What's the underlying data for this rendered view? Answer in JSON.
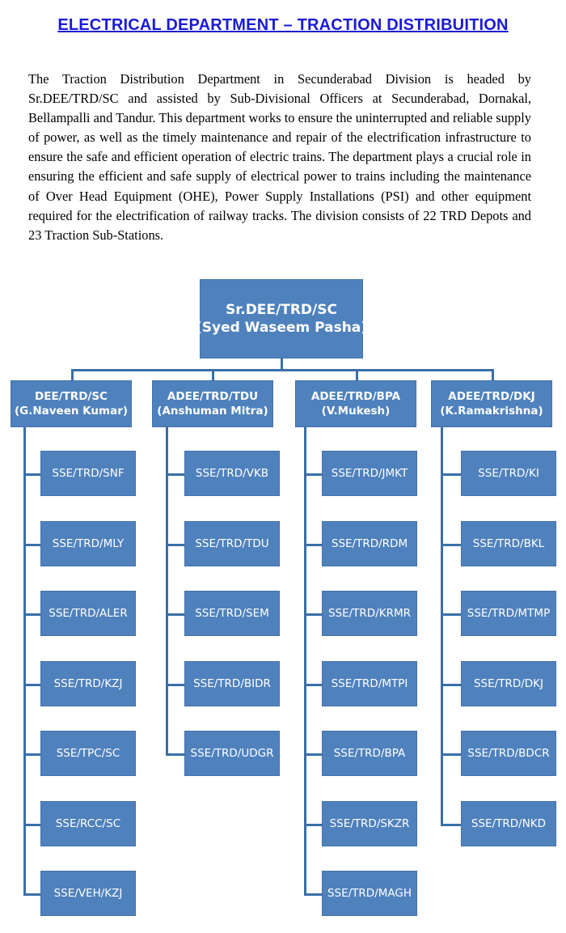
{
  "title": "ELECTRICAL DEPARTMENT – TRACTION DISTRIBUITION",
  "intro": "The Traction Distribution Department in Secunderabad Division is headed by Sr.DEE/TRD/SC and assisted by Sub-Divisional Officers at Secunderabad, Dornakal, Bellampalli and Tandur. This department works to ensure the uninterrupted and reliable supply of power, as well as the timely maintenance and repair of the electrification infrastructure to ensure the safe and efficient operation of electric trains. The department plays a crucial role in ensuring the efficient and safe supply of electrical power to trains including the maintenance of Over Head Equipment (OHE), Power Supply Installations (PSI) and other equipment required for the electrification of railway tracks. The division consists of 22 TRD Depots and 23 Traction Sub-Stations.",
  "org": {
    "head": {
      "role": "Sr.DEE/TRD/SC",
      "name": "(Syed Waseem Pasha)"
    },
    "divisions": [
      {
        "role": "DEE/TRD/SC",
        "name": "(G.Naveen Kumar)",
        "units": [
          "SSE/TRD/SNF",
          "SSE/TRD/MLY",
          "SSE/TRD/ALER",
          "SSE/TRD/KZJ",
          "SSE/TPC/SC",
          "SSE/RCC/SC",
          "SSE/VEH/KZJ"
        ]
      },
      {
        "role": "ADEE/TRD/TDU",
        "name": "(Anshuman Mitra)",
        "units": [
          "SSE/TRD/VKB",
          "SSE/TRD/TDU",
          "SSE/TRD/SEM",
          "SSE/TRD/BIDR",
          "SSE/TRD/UDGR"
        ]
      },
      {
        "role": "ADEE/TRD/BPA",
        "name": "(V.Mukesh)",
        "units": [
          "SSE/TRD/JMKT",
          "SSE/TRD/RDM",
          "SSE/TRD/KRMR",
          "SSE/TRD/MTPI",
          "SSE/TRD/BPA",
          "SSE/TRD/SKZR",
          "SSE/TRD/MAGH"
        ]
      },
      {
        "role": "ADEE/TRD/DKJ",
        "name": "(K.Ramakrishna)",
        "units": [
          "SSE/TRD/KI",
          "SSE/TRD/BKL",
          "SSE/TRD/MTMP",
          "SSE/TRD/DKJ",
          "SSE/TRD/BDCR",
          "SSE/TRD/NKD"
        ]
      }
    ]
  }
}
